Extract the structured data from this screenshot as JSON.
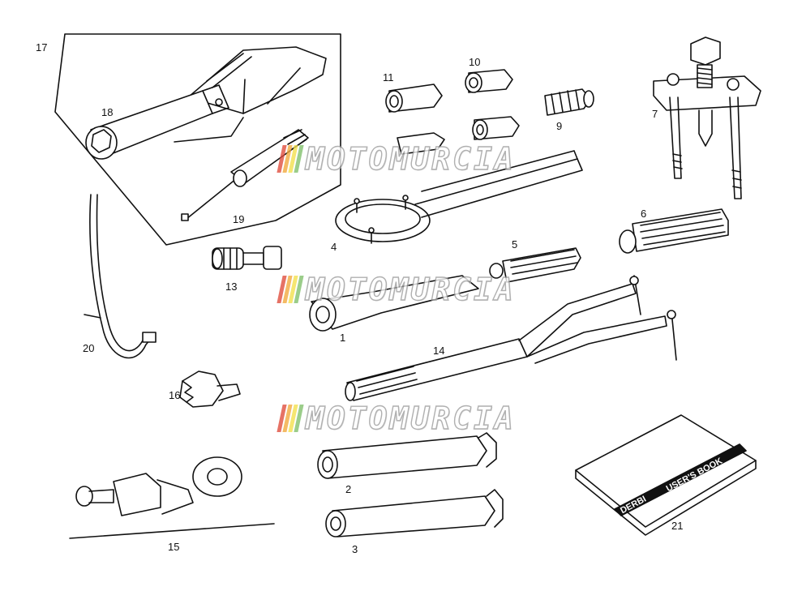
{
  "diagram": {
    "part_labels": {
      "p1": "1",
      "p2": "2",
      "p3": "3",
      "p4": "4",
      "p5": "5",
      "p6": "6",
      "p7": "7",
      "p9": "9",
      "p10": "10",
      "p11": "11",
      "p13": "13",
      "p14": "14",
      "p15": "15",
      "p16": "16",
      "p17": "17",
      "p18": "18",
      "p19": "19",
      "p20": "20",
      "p21": "21"
    },
    "book": {
      "brand": "DERBI",
      "title": "USER'S BOOK"
    },
    "watermark": {
      "text": "MOTOMURCIA",
      "stripe_colors": [
        "#e04b3b",
        "#f2a93b",
        "#f3e04a",
        "#7fc06a"
      ]
    },
    "colors": {
      "line": "#111111",
      "paper": "#ffffff"
    }
  }
}
